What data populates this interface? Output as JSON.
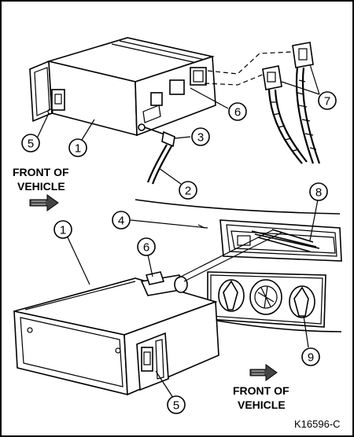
{
  "callouts": {
    "c1_top": "1",
    "c2": "2",
    "c3": "3",
    "c4": "4",
    "c5_top": "5",
    "c6_top": "6",
    "c7": "7",
    "c8": "8",
    "c9": "9",
    "c1_bottom": "1",
    "c6_bottom": "6",
    "c5_bottom": "5"
  },
  "labels": {
    "front_top_line1": "FRONT OF",
    "front_top_line2": "VEHICLE",
    "front_bottom_line1": "FRONT OF",
    "front_bottom_line2": "VEHICLE",
    "reference_code": "K16596-C"
  }
}
